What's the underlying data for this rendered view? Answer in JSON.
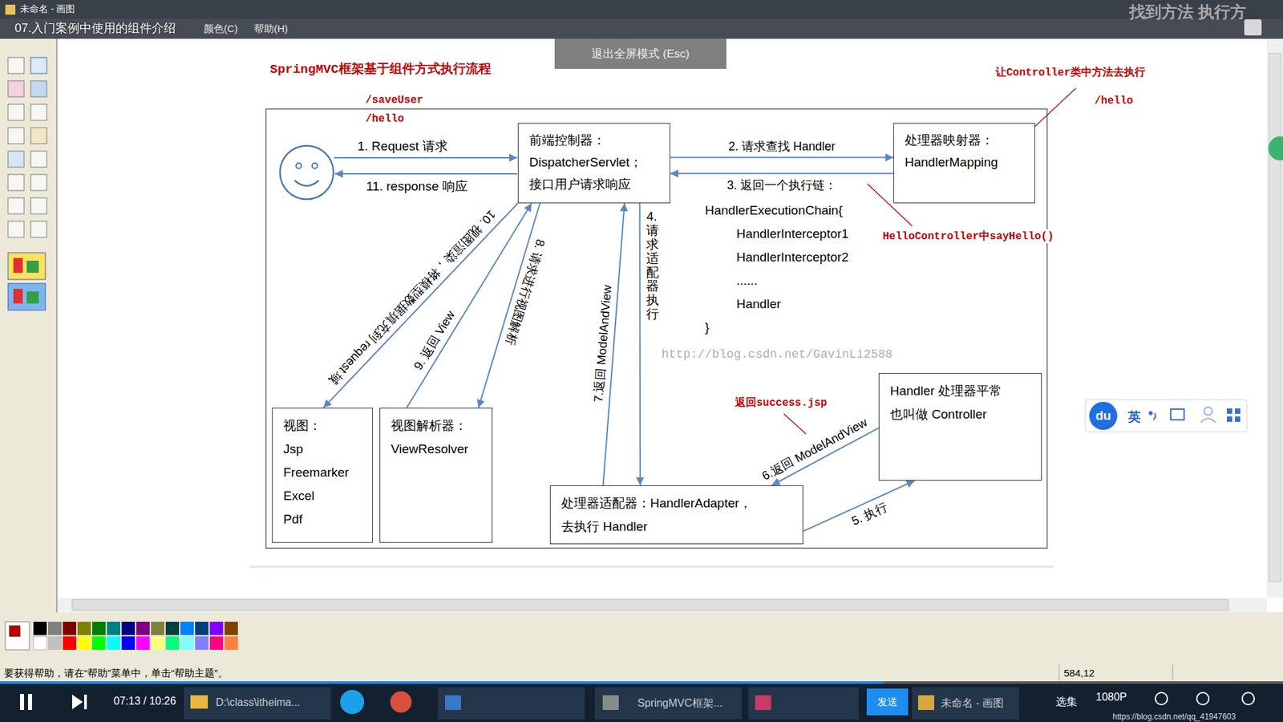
{
  "diagram": {
    "title": "SpringMVC框架基于组件方式执行流程",
    "nodes": [
      {
        "text": [
          "前端控制器：",
          "DispatcherServlet；",
          "接口用户请求响应"
        ]
      },
      {
        "text": [
          "处理器映射器：",
          "HandlerMapping"
        ]
      },
      {
        "text": [
          "视图：",
          "Jsp",
          "Freemarker",
          "Excel",
          "Pdf"
        ]
      },
      {
        "text": [
          "视图解析器：",
          "ViewResolver"
        ]
      },
      {
        "text": [
          "处理器适配器：HandlerAdapter，",
          "去执行 Handler"
        ]
      },
      {
        "text": [
          "Handler 处理器平常 也叫做 Controller"
        ]
      }
    ],
    "edges": [
      {
        "from": 0,
        "to": 1,
        "label": "2. 请求查找 Handler",
        "arrow": "to"
      },
      {
        "from": 1,
        "to": 0,
        "label": "3. 返回一个执行链：",
        "arrow": "to"
      },
      {
        "from": 0,
        "to": 4,
        "label": "4. 请求适配器执行",
        "arrow": "to"
      },
      {
        "from": 4,
        "to": 5,
        "label": "5. 执行",
        "arrow": "to"
      },
      {
        "from": 5,
        "to": 4,
        "label": "6.返回 ModelAndView",
        "arrow": "to"
      },
      {
        "from": 4,
        "to": 0,
        "label": "7.返回 ModelAndView",
        "arrow": "to"
      },
      {
        "from": 0,
        "to": 3,
        "label": "8. 请求进行视图解析",
        "arrow": "to"
      },
      {
        "from": 3,
        "to": 0,
        "label": "9. 返回 View",
        "arrow": "to"
      },
      {
        "from": 0,
        "to": 2,
        "label": "10. 视图渲染，将模型数据填充到 request 域",
        "arrow": "to"
      }
    ],
    "labels": [
      "未命名 - 画图",
      "07.入门案例中使用的组件介绍",
      "颜色(C)",
      "帮助(H)",
      "退出全屏模式 (Esc)",
      "找到方法 执行方",
      "/saveUser",
      "/hello",
      "1. Request 请求",
      "11. response 响应",
      "HandlerExecutionChain{",
      "HandlerInterceptor1",
      "HandlerInterceptor2",
      "......",
      "Handler",
      "}",
      "让Controller类中方法去执行",
      "/hello",
      "HelloController中sayHello()",
      "返回success.jsp",
      "http://blog.csdn.net/GavinLi2588",
      "du",
      "英",
      "要获得帮助，请在“帮助”菜单中，单击“帮助主题”。",
      "584,12",
      "07:13 / 10:26",
      "D:\\class\\itheima...",
      "SpringMVC框架...",
      "发送",
      "未命名 - 画图",
      "选集",
      "1080P",
      "https://blog.csdn.net/qq_41947603"
    ]
  }
}
